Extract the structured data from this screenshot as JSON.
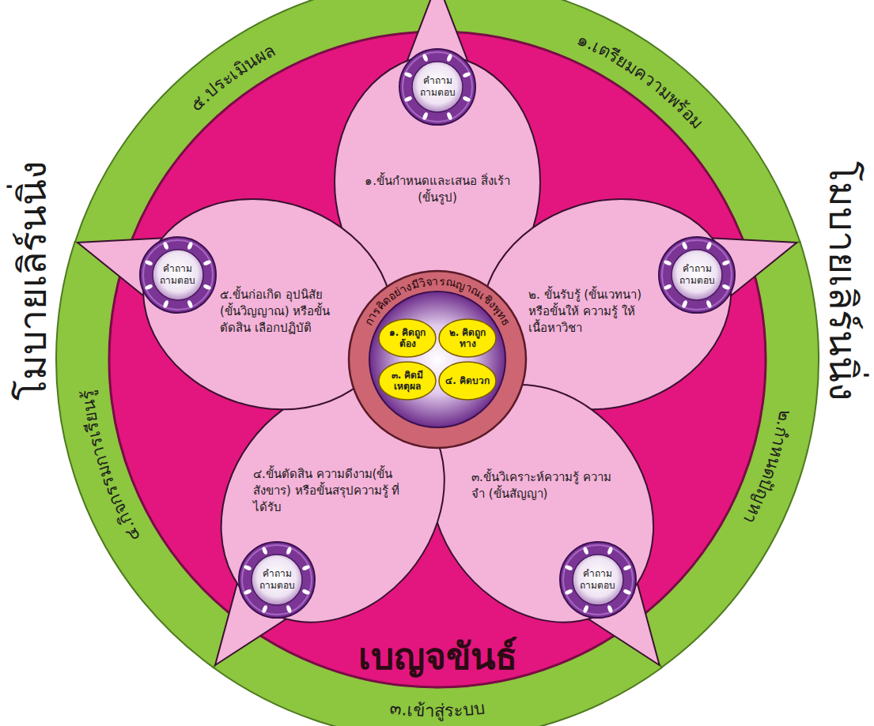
{
  "diagram": {
    "nodes": [
      {
        "text": [
          "๑.เตรียมความพร้อม"
        ]
      },
      {
        "text": [
          "๒.กำหนดปัญหา"
        ]
      },
      {
        "text": [
          "๓.เข้าสู่ระบบ"
        ]
      },
      {
        "text": [
          "๔.กิจกรรมการเรียนรู้"
        ]
      },
      {
        "text": [
          "๕.ประเมินผล"
        ]
      },
      {
        "text": [
          "เบญจขันธ์"
        ]
      },
      {
        "text": [
          "๑.ขั้นกำหนดและเสนอ สิ่งเร้า (ขั้นรูป)"
        ],
        "in": 5
      },
      {
        "text": [
          "คำถาม ถามตอบ"
        ],
        "in": 6
      },
      {
        "text": [
          "๒. ขั้นรับรู้ (ขั้นเวทนา) หรือขั้นให้ ความรู้ ให้เนื้อหาวิชา"
        ],
        "in": 5
      },
      {
        "text": [
          "คำถาม ถามตอบ"
        ],
        "in": 8
      },
      {
        "text": [
          "๓.ขั้นวิเคราะห์ความรู้ ความจำ (ขั้นสัญญา)"
        ],
        "in": 5
      },
      {
        "text": [
          "คำถาม ถามตอบ"
        ],
        "in": 10
      },
      {
        "text": [
          "๔.ขั้นตัดสิน ความดีงาม(ขั้นสังขาร) หรือขั้นสรุปความรู้ ที่ได้รับ"
        ],
        "in": 5
      },
      {
        "text": [
          "คำถาม ถามตอบ"
        ],
        "in": 12
      },
      {
        "text": [
          "๕.ขั้นก่อเกิด อุปนิสัย (ขั้นวิญญาณ) หรือขั้นตัดสิน เลือกปฏิบัติ"
        ],
        "in": 5
      },
      {
        "text": [
          "คำถาม ถามตอบ"
        ],
        "in": 14
      },
      {
        "text": [
          "การคิดอย่างมีวิจารณญาณเชิงพุทธ"
        ],
        "in": 5
      },
      {
        "text": [
          "๑. คิดถูกต้อง"
        ],
        "in": 16
      },
      {
        "text": [
          "๒. คิดถูกทาง"
        ],
        "in": 16
      },
      {
        "text": [
          "๓. คิดมีเหตุผล"
        ],
        "in": 16
      },
      {
        "text": [
          "๔. คิดบวก"
        ],
        "in": 16
      }
    ],
    "labels": [
      "โมบายเลิร์นนิ่ง",
      "โมบายเลิร์นนิ่ง"
    ]
  }
}
